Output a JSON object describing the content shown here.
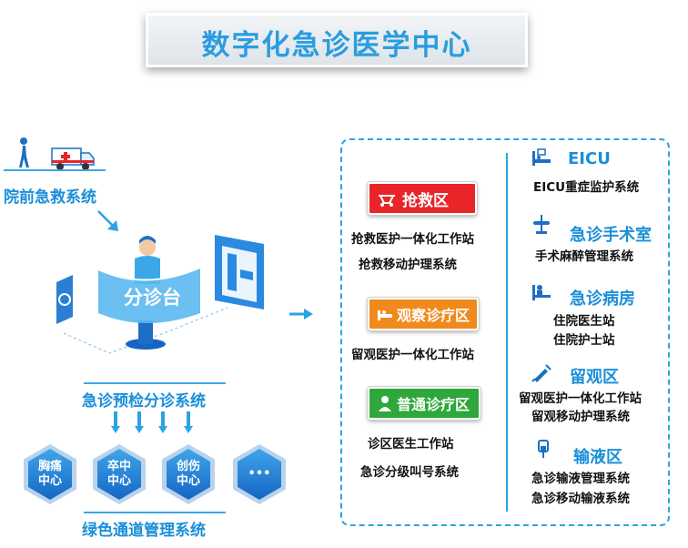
{
  "title": "数字化急诊医学中心",
  "left": {
    "prehospital": "院前急救系统",
    "triage_desk": "分诊台",
    "triage_system": "急诊预检分诊系统",
    "green_channel": "绿色通道管理系统",
    "centers": [
      {
        "line1": "胸痛",
        "line2": "中心"
      },
      {
        "line1": "卒中",
        "line2": "中心"
      },
      {
        "line1": "创伤",
        "line2": "中心"
      },
      {
        "line1": "•••",
        "line2": ""
      }
    ]
  },
  "areas": [
    {
      "label": "抢救区",
      "color": "#e8262a",
      "icon": "stretcher-icon",
      "items": [
        "抢救医护一体化工作站",
        "抢救移动护理系统"
      ]
    },
    {
      "label": "观察诊疗区",
      "color": "#f08a1c",
      "icon": "bed-icon",
      "items": [
        "留观医护一体化工作站"
      ]
    },
    {
      "label": "普通诊疗区",
      "color": "#2ea83a",
      "icon": "doctor-icon",
      "items": [
        "诊区医生工作站",
        "急诊分级叫号系统"
      ]
    }
  ],
  "right": [
    {
      "head": "EICU",
      "icon": "icu-bed-icon",
      "items": [
        "EICU重症监护系统"
      ]
    },
    {
      "head": "急诊手术室",
      "icon": "surgical-light-icon",
      "items": [
        "手术麻醉管理系统"
      ]
    },
    {
      "head": "急诊病房",
      "icon": "ward-icon",
      "items": [
        "住院医生站",
        "住院护士站"
      ]
    },
    {
      "head": "留观区",
      "icon": "syringe-icon",
      "items": [
        "留观医护一体化工作站",
        "留观移动护理系统"
      ]
    },
    {
      "head": "输液区",
      "icon": "iv-drip-icon",
      "items": [
        "急诊输液管理系统",
        "急诊移动输液系统"
      ]
    }
  ]
}
